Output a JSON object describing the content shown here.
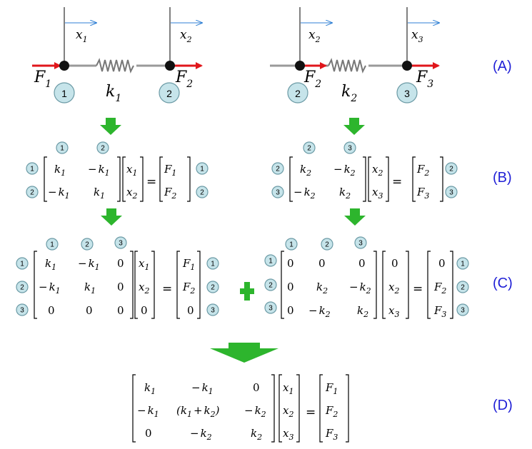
{
  "steps": {
    "a": "(A)",
    "b": "(B)",
    "c": "(C)",
    "d": "(D)"
  },
  "labels": {
    "x": "x",
    "F": "F",
    "k": "k",
    "n1": "1",
    "n2": "2",
    "n3": "3",
    "zero": "0",
    "minus": "−",
    "equals": "=",
    "plus_paren_open": "(",
    "plus_paren_close": ")",
    "plus": "+"
  },
  "colors": {
    "arrow_red": "#e0161b",
    "arrow_green": "#2db52d",
    "axis_blue": "#2f7fd4",
    "label_blue": "#1f1fd6",
    "badge": "#c6e4ea"
  }
}
